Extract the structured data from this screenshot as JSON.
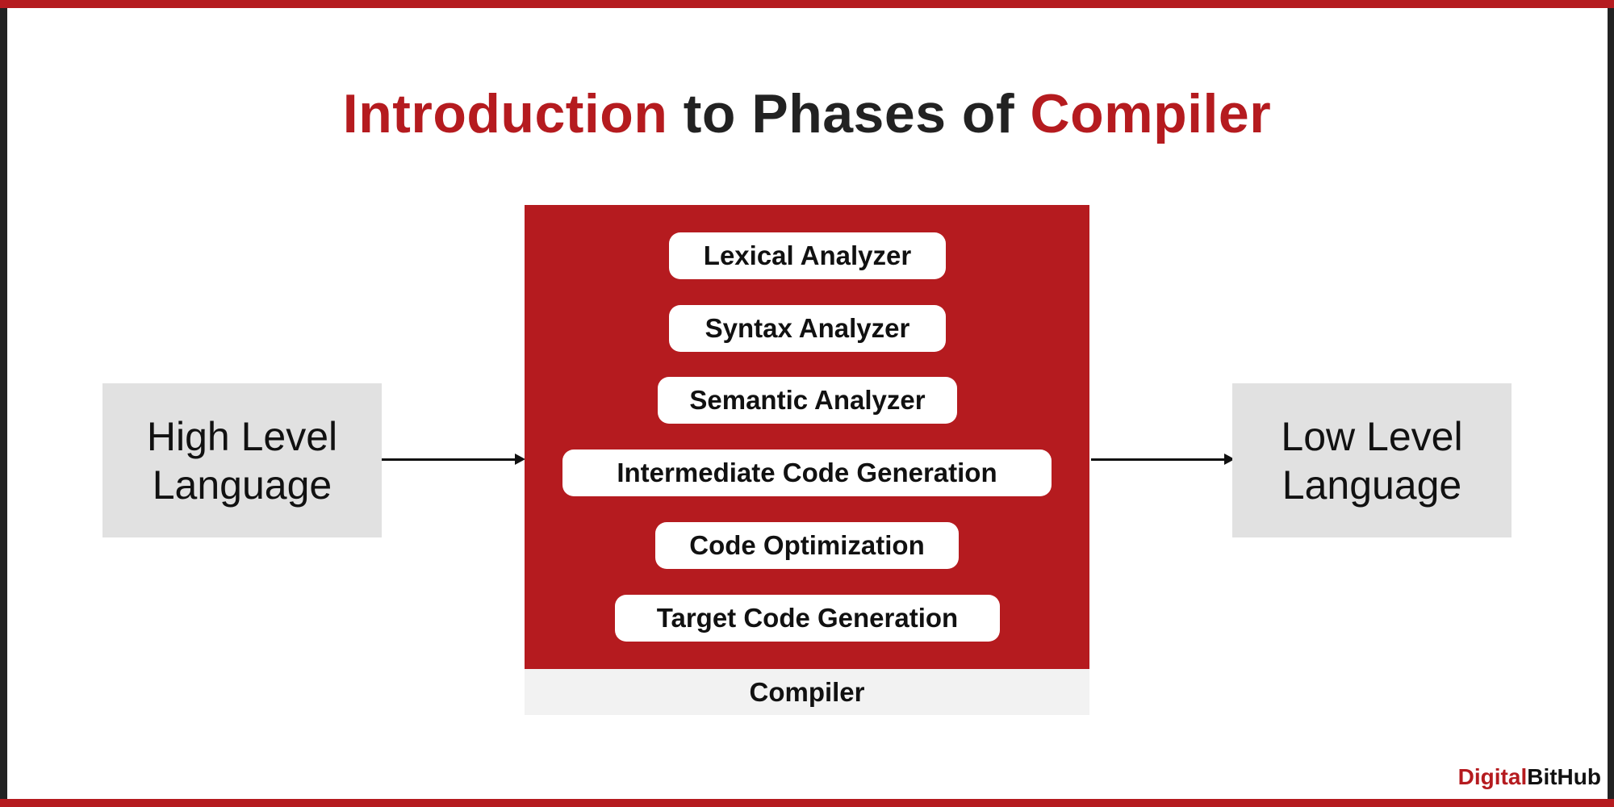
{
  "title": {
    "part1": "Introduction",
    "part2": " to Phases of ",
    "part3": "Compiler"
  },
  "input_box": {
    "line1": "High Level",
    "line2": "Language"
  },
  "output_box": {
    "line1": "Low Level",
    "line2": "Language"
  },
  "compiler": {
    "label": "Compiler",
    "phases": [
      "Lexical Analyzer",
      "Syntax Analyzer",
      "Semantic Analyzer",
      "Intermediate Code Generation",
      "Code Optimization",
      "Target Code Generation"
    ]
  },
  "brand": {
    "part1": "Digital",
    "part2": "BitHub"
  },
  "colors": {
    "accent": "#b51b1f",
    "box_gray": "#e1e1e1",
    "label_gray": "#f2f2f2",
    "text_dark": "#111111"
  }
}
